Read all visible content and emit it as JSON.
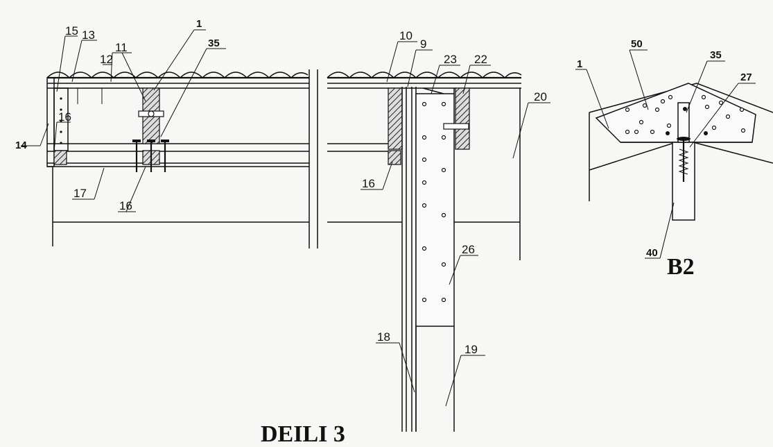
{
  "title": "DEILI 3",
  "detail_label": "B2",
  "labels_left": {
    "l15": "15",
    "l13": "13",
    "l12": "12",
    "l11": "11",
    "l1": "1",
    "l35": "35",
    "l14": "14",
    "l16a": "16",
    "l16b": "16",
    "l17": "17"
  },
  "labels_middle": {
    "l10": "10",
    "l9": "9",
    "l23": "23",
    "l22": "22",
    "l20": "20",
    "l16": "16",
    "l26": "26",
    "l18": "18",
    "l19": "19"
  },
  "labels_right": {
    "l50": "50",
    "l35": "35",
    "l27": "27",
    "l1": "1",
    "l40": "40"
  }
}
